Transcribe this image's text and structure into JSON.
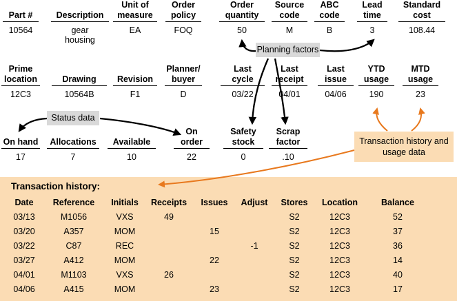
{
  "palette": {
    "peach": "#fbdcb4",
    "gray": "#d9d9d9",
    "orange": "#e8791e",
    "black": "#000000"
  },
  "record": {
    "row1": [
      {
        "label": "Part #",
        "value": "10564"
      },
      {
        "label": "Description",
        "value": "gear\nhousing"
      },
      {
        "label": "Unit of\nmeasure",
        "value": "EA"
      },
      {
        "label": "Order\npolicy",
        "value": "FOQ"
      },
      {
        "label": "Order\nquantity",
        "value": "50"
      },
      {
        "label": "Source\ncode",
        "value": "M"
      },
      {
        "label": "ABC\ncode",
        "value": "B"
      },
      {
        "label": "Lead\ntime",
        "value": "3"
      },
      {
        "label": "Standard\ncost",
        "value": "108.44"
      }
    ],
    "row2": [
      {
        "label": "Prime\nlocation",
        "value": "12C3"
      },
      {
        "label": "Drawing",
        "value": "10564B"
      },
      {
        "label": "Revision",
        "value": "F1"
      },
      {
        "label": "Planner/\nbuyer",
        "value": "D"
      },
      {
        "label": "Last\ncycle",
        "value": "03/22"
      },
      {
        "label": "Last\nreceipt",
        "value": "04/01"
      },
      {
        "label": "Last\nissue",
        "value": "04/06"
      },
      {
        "label": "YTD\nusage",
        "value": "190"
      },
      {
        "label": "MTD\nusage",
        "value": "23"
      }
    ],
    "row3": [
      {
        "label": "On hand",
        "value": "17"
      },
      {
        "label": "Allocations",
        "value": "7"
      },
      {
        "label": "Available",
        "value": "10"
      },
      {
        "label": "On\norder",
        "value": "22"
      },
      {
        "label": "Safety\nstock",
        "value": "0"
      },
      {
        "label": "Scrap\nfactor",
        "value": ".10"
      }
    ]
  },
  "callouts": {
    "planning": "Planning factors",
    "status": "Status data",
    "transaction": "Transaction history and usage data"
  },
  "transaction_history": {
    "title": "Transaction history:",
    "headers": [
      "Date",
      "Reference",
      "Initials",
      "Receipts",
      "Issues",
      "Adjust",
      "Stores",
      "Location",
      "Balance"
    ],
    "rows": [
      [
        "03/13",
        "M1056",
        "VXS",
        "49",
        "",
        "",
        "S2",
        "12C3",
        "52"
      ],
      [
        "03/20",
        "A357",
        "MOM",
        "",
        "15",
        "",
        "S2",
        "12C3",
        "37"
      ],
      [
        "03/22",
        "C87",
        "REC",
        "",
        "",
        "-1",
        "S2",
        "12C3",
        "36"
      ],
      [
        "03/27",
        "A412",
        "MOM",
        "",
        "22",
        "",
        "S2",
        "12C3",
        "14"
      ],
      [
        "04/01",
        "M1103",
        "VXS",
        "26",
        "",
        "",
        "S2",
        "12C3",
        "40"
      ],
      [
        "04/06",
        "A415",
        "MOM",
        "",
        "23",
        "",
        "S2",
        "12C3",
        "17"
      ]
    ]
  }
}
